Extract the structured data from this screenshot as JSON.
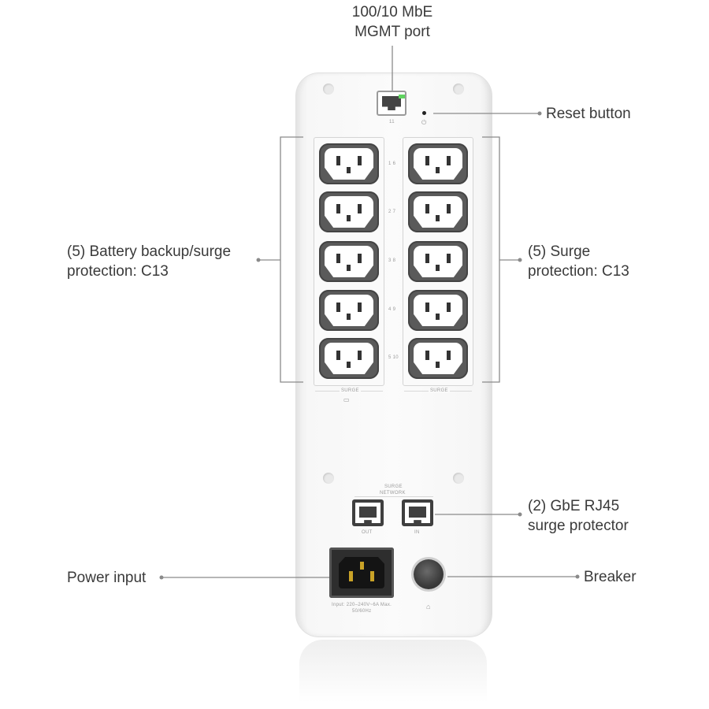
{
  "labels": {
    "mgmt_port_line1": "100/10 MbE",
    "mgmt_port_line2": "MGMT port",
    "reset_button": "Reset button",
    "battery_backup_line1": "(5) Battery backup/surge",
    "battery_backup_line2": "protection: C13",
    "surge_protection_line1": "(5) Surge",
    "surge_protection_line2": "protection: C13",
    "gbe_line1": "(2) GbE RJ45",
    "gbe_line2": "surge protector",
    "power_input": "Power input",
    "breaker": "Breaker"
  },
  "device": {
    "mgmt_port_number": "11",
    "left_bank_caption": "SURGE",
    "right_bank_caption": "SURGE",
    "outlet_numbers": [
      "1 6",
      "2 7",
      "3 8",
      "4 9",
      "5 10"
    ],
    "network_caption_line1": "SURGE",
    "network_caption_line2": "NETWORK",
    "port_out_label": "OUT",
    "port_in_label": "IN",
    "power_rating_line1": "Input: 220–240V~6A Max.",
    "power_rating_line2": "50/60Hz"
  },
  "colors": {
    "led": "#5fd45f",
    "leader_line": "#8a8a8a",
    "outlet_frame": "#5a5a5a"
  }
}
